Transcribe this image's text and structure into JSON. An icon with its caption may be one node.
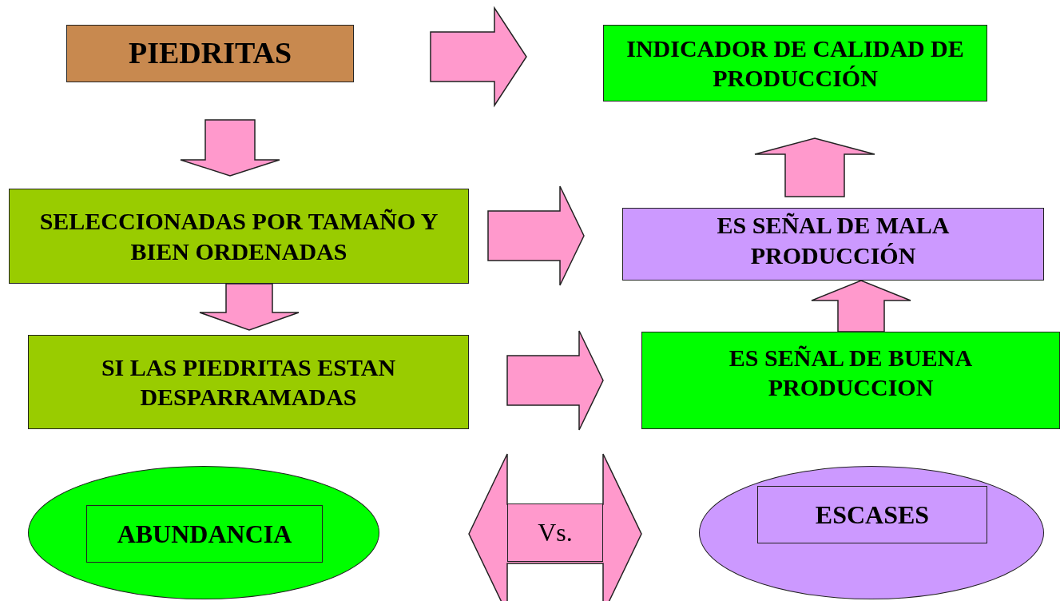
{
  "diagram": {
    "nodes": [
      {
        "text": [
          "PIEDRITAS"
        ]
      },
      {
        "text": [
          "INDICADOR DE CALIDAD DE PRODUCCIÓN"
        ]
      },
      {
        "text": [
          "SELECCIONADAS POR TAMAÑO Y BIEN ORDENADAS"
        ]
      },
      {
        "text": [
          "ES SEÑAL DE MALA PRODUCCIÓN"
        ]
      },
      {
        "text": [
          "SI LAS PIEDRITAS ESTAN DESPARRAMADAS"
        ]
      },
      {
        "text": [
          "ES SEÑAL DE BUENA PRODUCCION"
        ]
      },
      {
        "text": [
          "ABUNDANCIA"
        ]
      },
      {
        "text": [
          "ESCASES"
        ]
      }
    ],
    "edges": [
      {
        "from": 0,
        "to": 1,
        "arrow": "to"
      },
      {
        "from": 0,
        "to": 2,
        "arrow": "to"
      },
      {
        "from": 2,
        "to": 4,
        "arrow": "to"
      },
      {
        "from": 2,
        "to": 3,
        "arrow": "to"
      },
      {
        "from": 4,
        "to": 5,
        "arrow": "to"
      },
      {
        "from": 5,
        "to": 3,
        "arrow": "to"
      },
      {
        "from": 3,
        "to": 1,
        "arrow": "to"
      },
      {
        "from": 6,
        "to": 7,
        "arrow": "both",
        "label": "Vs."
      }
    ]
  }
}
